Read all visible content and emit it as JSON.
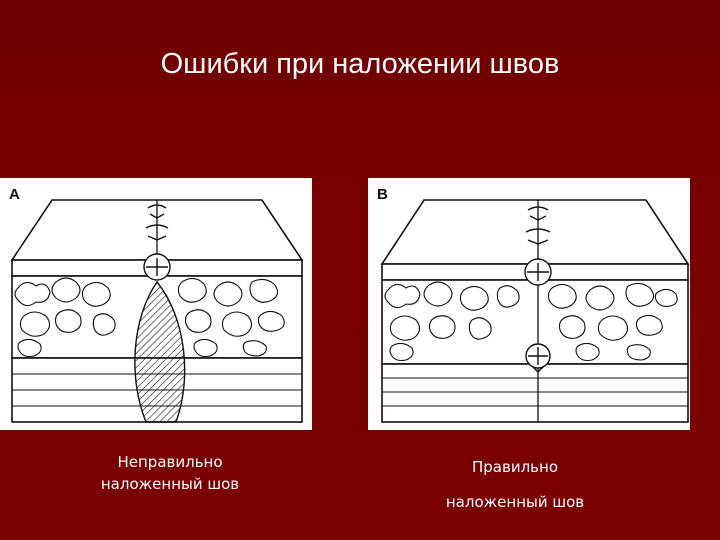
{
  "title": "Ошибки при наложении швов",
  "panels": {
    "a": {
      "letter": "A"
    },
    "b": {
      "letter": "B"
    }
  },
  "captions": {
    "wrong_line1": "Неправильно",
    "wrong_line2": "наложенный шов",
    "right_line1": "Правильно",
    "right_line2": "наложенный шов"
  },
  "colors": {
    "background": "#7a0000",
    "text": "#ffffff",
    "panel": "#ffffff",
    "ink": "#111111"
  }
}
